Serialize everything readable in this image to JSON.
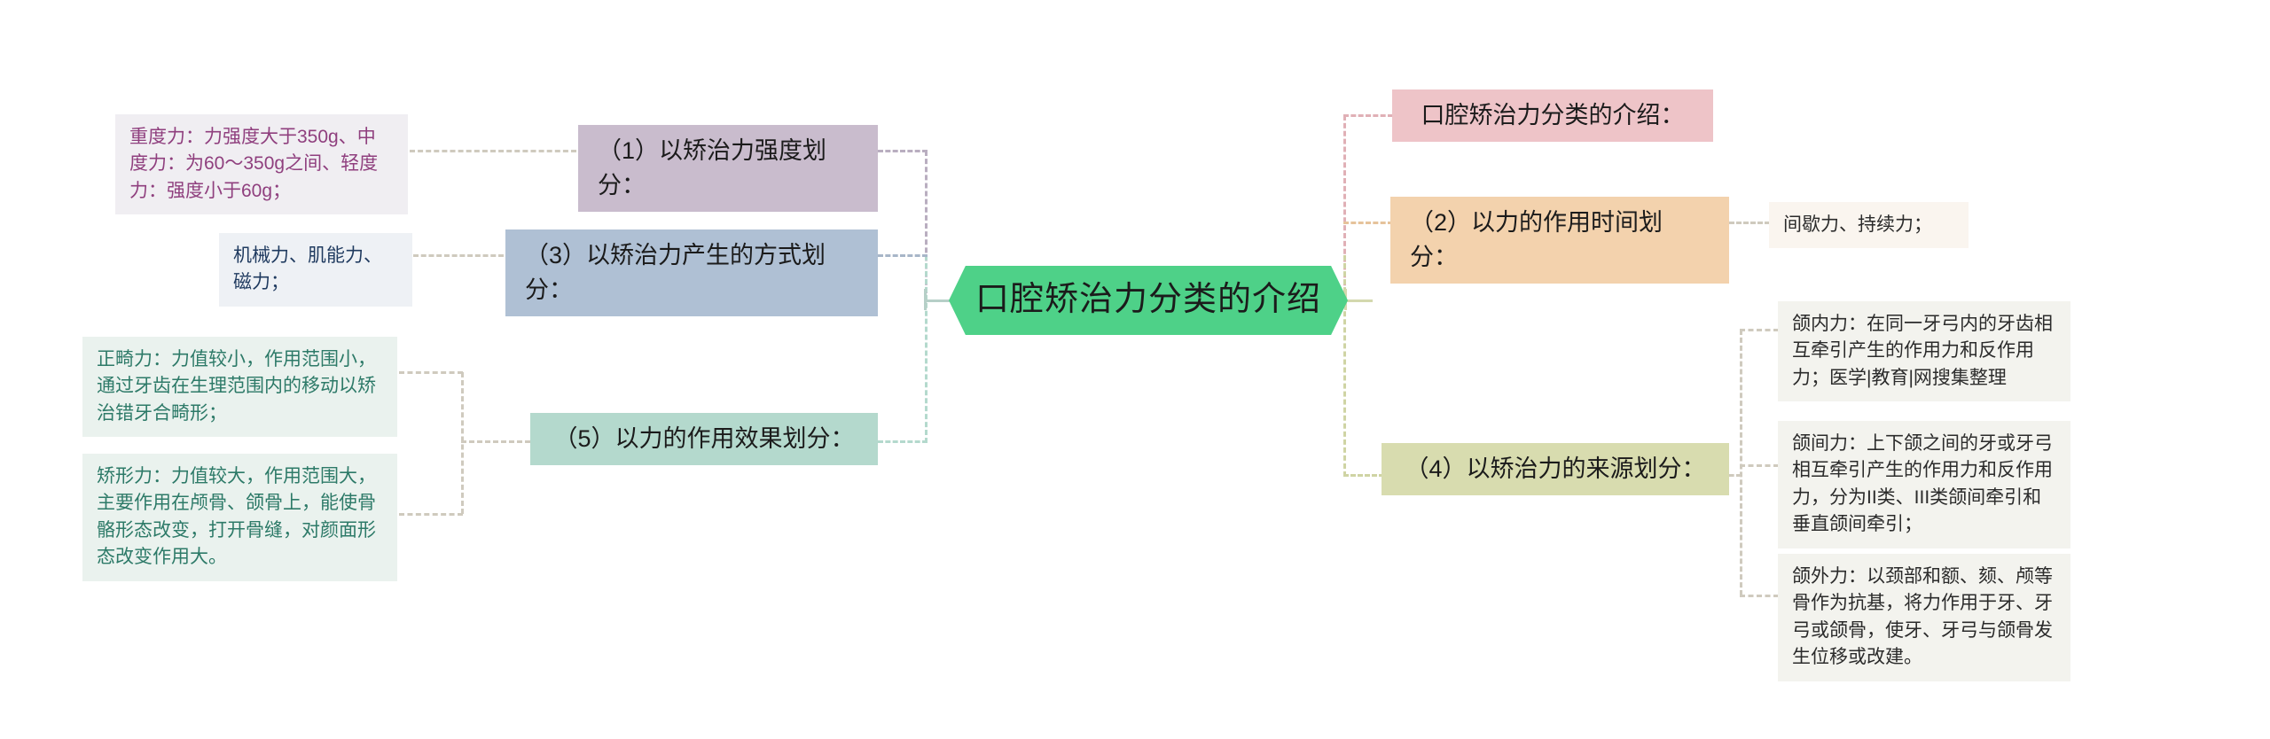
{
  "diagram": {
    "type": "mind-map",
    "title": "口腔矫治力分类的介绍",
    "background": "#ffffff"
  },
  "central": {
    "label": "口腔矫治力分类的介绍",
    "color": "#4ed188"
  },
  "left_branches": [
    {
      "id": "b1",
      "label": "（1）以矫治力强度划分：",
      "color": "#c9bccd",
      "children": [
        {
          "label": "重度力：力强度大于350g、中度力：为60～350g之间、轻度力：强度小于60g；",
          "bg": "#f0eef2",
          "text_color": "#8f3f7e"
        }
      ]
    },
    {
      "id": "b3",
      "label": "（3）以矫治力产生的方式划分：",
      "color": "#afc0d4",
      "children": [
        {
          "label": "机械力、肌能力、磁力；",
          "bg": "#eef1f5",
          "text_color": "#1f3a5f"
        }
      ]
    },
    {
      "id": "b5",
      "label": "（5）以力的作用效果划分：",
      "color": "#b4d9cd",
      "children": [
        {
          "label": "正畸力：力值较小，作用范围小，通过牙齿在生理范围内的移动以矫治错牙合畸形；",
          "bg": "#eaf2ee",
          "text_color": "#2d7a68"
        },
        {
          "label": "矫形力：力值较大，作用范围大，主要作用在颅骨、颌骨上，能使骨骼形态改变，打开骨缝，对颜面形态改变作用大。",
          "bg": "#eaf2ee",
          "text_color": "#2d7a68"
        }
      ]
    }
  ],
  "right_branches": [
    {
      "id": "r0",
      "label": "口腔矫治力分类的介绍：",
      "color": "#eec4c8",
      "children": []
    },
    {
      "id": "r2",
      "label": "（2）以力的作用时间划分：",
      "color": "#f3d2ad",
      "children": [
        {
          "label": "间歇力、持续力；",
          "bg": "#faf5ef",
          "text_color": "#2b2b2b"
        }
      ]
    },
    {
      "id": "r4",
      "label": "（4）以矫治力的来源划分：",
      "color": "#d8dcaf",
      "children": [
        {
          "label": "颌内力：在同一牙弓内的牙齿相互牵引产生的作用力和反作用力；医学|教育|网搜集整理",
          "bg": "#f3f3ee",
          "text_color": "#2b2b2b"
        },
        {
          "label": "颌间力：上下颌之间的牙或牙弓相互牵引产生的作用力和反作用力，分为II类、III类颌间牵引和垂直颌间牵引；",
          "bg": "#f3f3ee",
          "text_color": "#2b2b2b"
        },
        {
          "label": "颌外力：以颈部和额、颏、颅等骨作为抗基，将力作用于牙、牙弓或颌骨，使牙、牙弓与颌骨发生位移或改建。",
          "bg": "#f3f3ee",
          "text_color": "#2b2b2b"
        }
      ]
    }
  ],
  "connectors": {
    "left_trunk_color_top": "#b9aec0",
    "left_trunk_color_bottom": "#b4d9cd",
    "right_trunk_color_top": "#e0b0b6",
    "right_trunk_color_bottom": "#cfd4a4",
    "left_stub_color": "#a9c3bb",
    "right_stub_color": "#cfd4a4",
    "subline_color": "#cfcfbe"
  }
}
